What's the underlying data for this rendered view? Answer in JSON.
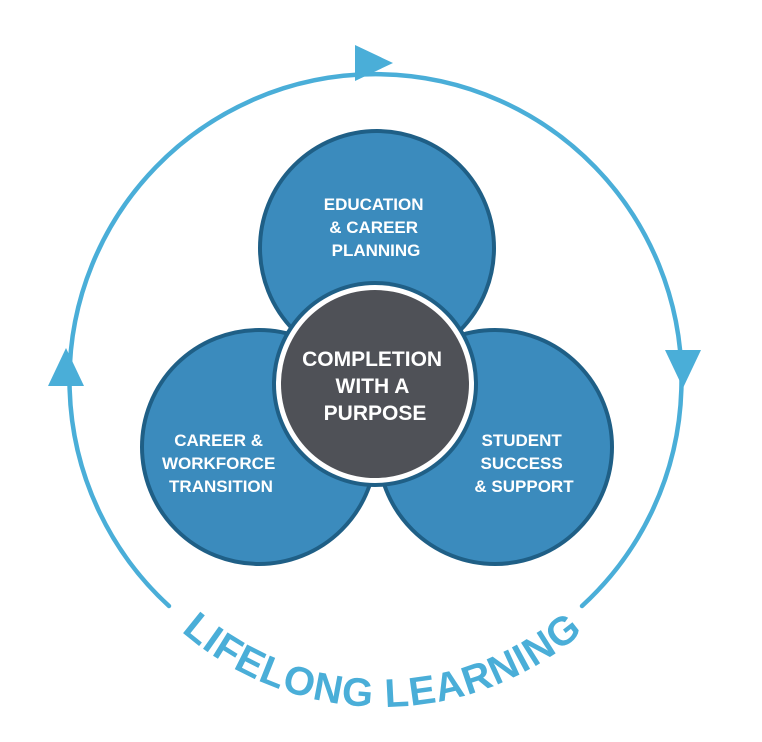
{
  "colors": {
    "ring": "#4aaed8",
    "petal_fill": "#3b8bbd",
    "petal_stroke": "#1f5f86",
    "center_fill": "#4f5157",
    "center_ring": "#ffffff",
    "center_outline": "#1f5f86",
    "text_light": "#ffffff"
  },
  "cycle": {
    "label": "LIFELONG LEARNING",
    "arrow_icon": "triangle-arrow-icon"
  },
  "circles": {
    "top": {
      "line1": "EDUCATION",
      "line2": "& CAREER",
      "line3": "PLANNING"
    },
    "left": {
      "line1": "CAREER &",
      "line2": "WORKFORCE",
      "line3": "TRANSITION"
    },
    "right": {
      "line1": "STUDENT",
      "line2": "SUCCESS",
      "line3": "& SUPPORT"
    },
    "center": {
      "line1": "COMPLETION",
      "line2": "WITH A",
      "line3": "PURPOSE"
    }
  }
}
